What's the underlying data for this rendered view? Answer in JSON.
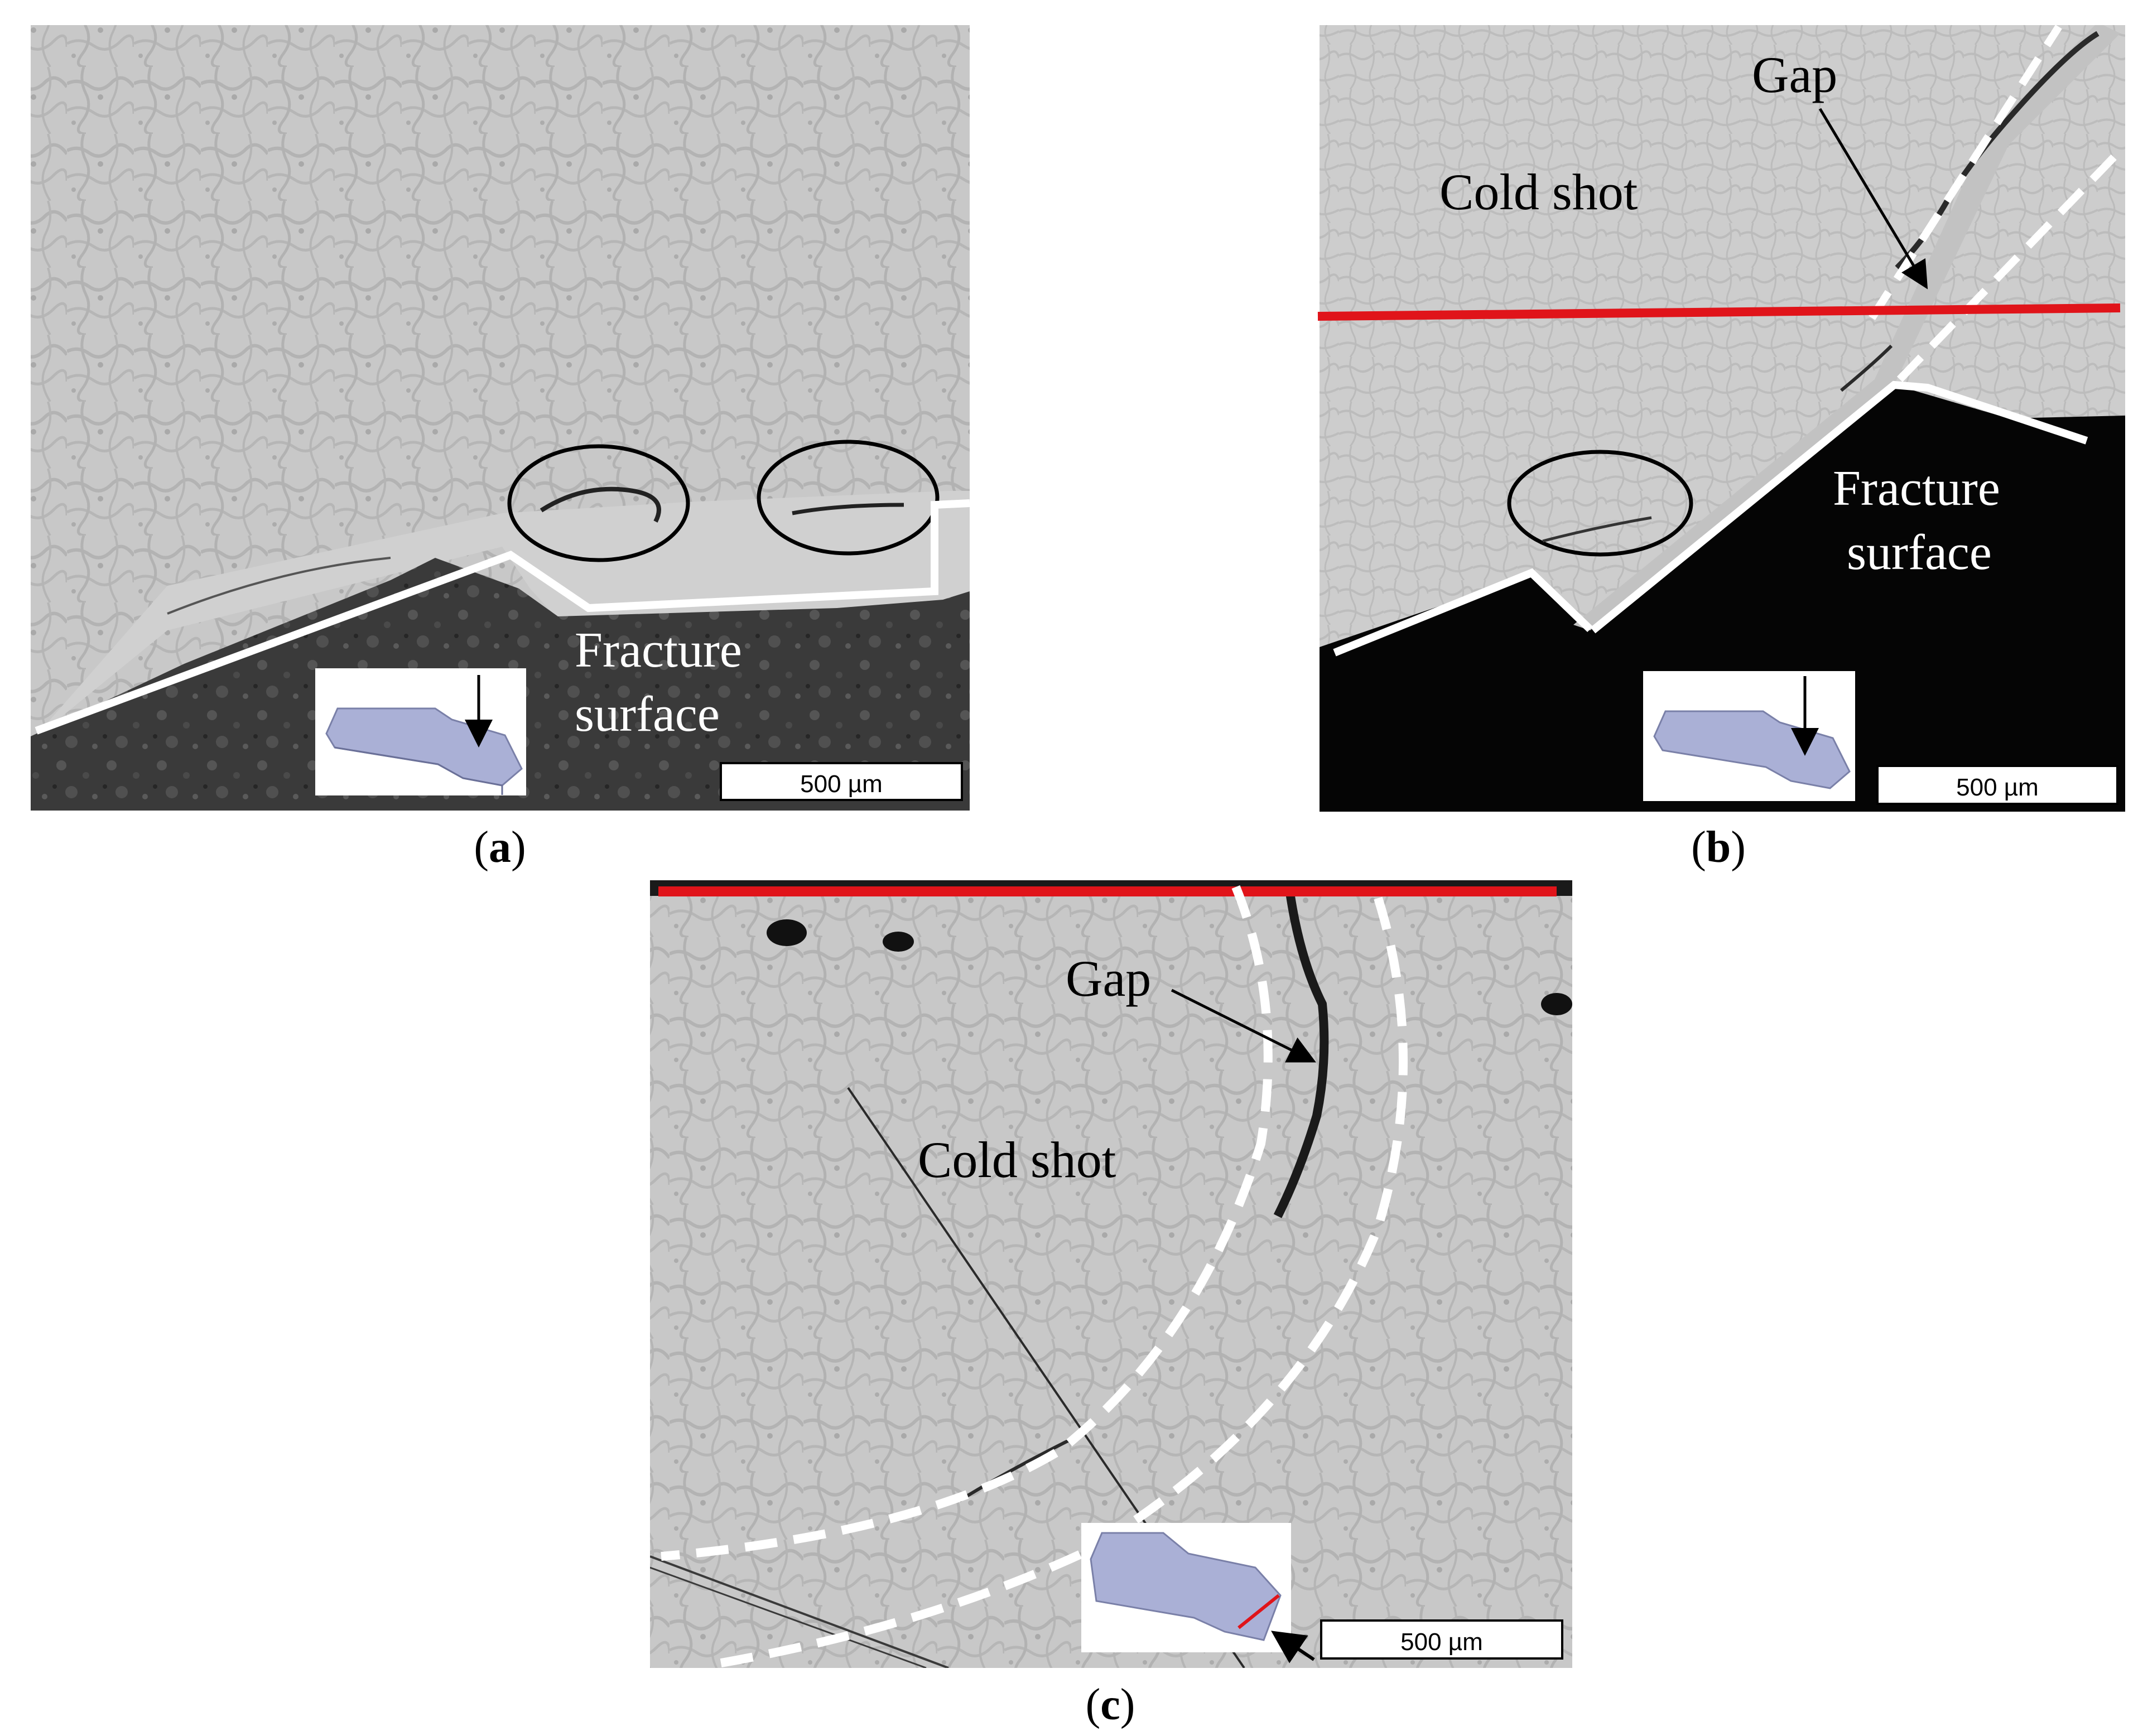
{
  "panels": [
    {
      "id": "a",
      "caption_letter": "a",
      "annotations": [
        "Fracture",
        "surface"
      ],
      "scale_bar": "500 µm",
      "inset": "specimen-arrow-down"
    },
    {
      "id": "b",
      "caption_letter": "b",
      "annotations": [
        "Cold shot",
        "Gap",
        "Fracture",
        "surface"
      ],
      "scale_bar": "500 µm",
      "inset": "specimen-arrow-down"
    },
    {
      "id": "c",
      "caption_letter": "c",
      "annotations": [
        "Gap",
        "Cold shot"
      ],
      "scale_bar": "500 µm",
      "inset": "specimen-arrow-side-red-line"
    }
  ],
  "colors": {
    "matrix_light": "#c9c9c9",
    "matrix_dark": "#3a3a3a",
    "void": "#050505",
    "annotation_white": "#ffffff",
    "cut_line_red": "#e0141a",
    "inset_specimen": "#aab0d6"
  }
}
